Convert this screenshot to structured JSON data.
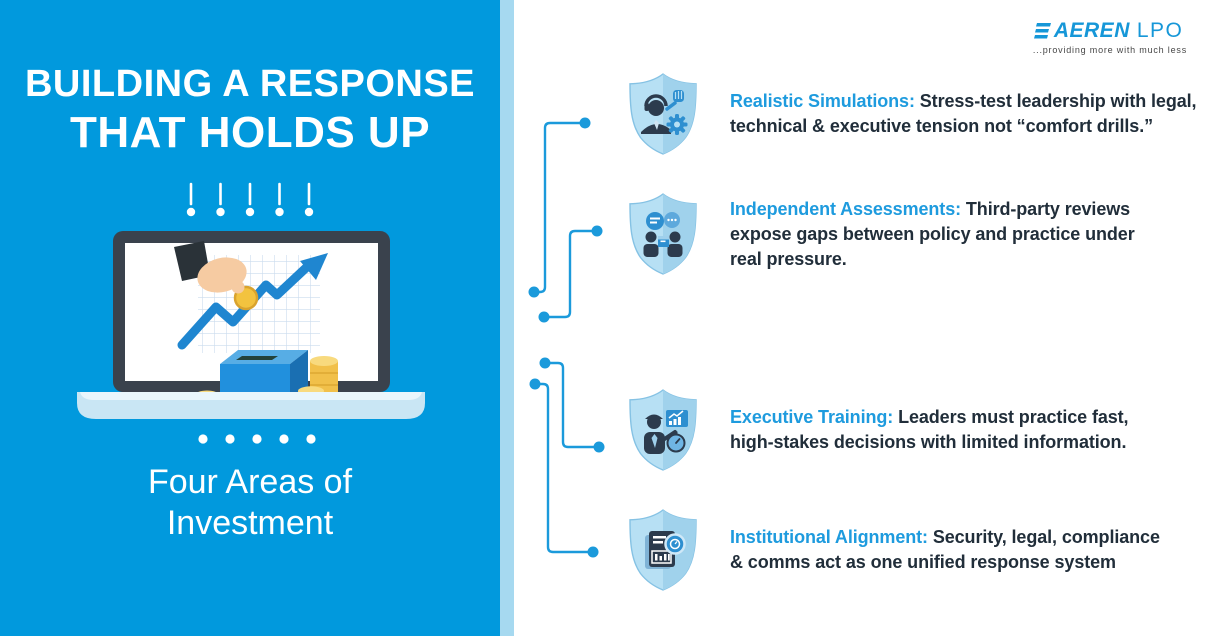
{
  "left_panel": {
    "title_line1": "BUILDING A RESPONSE",
    "title_line2": "THAT HOLDS UP",
    "subtitle_line1": "Four Areas of",
    "subtitle_line2": "Investment",
    "illustration": "laptop-investment-growth-illustration"
  },
  "logo": {
    "brand": "AEREN",
    "suffix": "LPO",
    "tagline": "...providing more with much less"
  },
  "items": [
    {
      "icon": "simulation-shield-icon",
      "title": "Realistic Simulations:",
      "body": "Stress-test leadership with legal, technical & executive tension not “comfort drills.”"
    },
    {
      "icon": "assessment-shield-icon",
      "title": "Independent Assessments:",
      "body": "Third-party reviews expose gaps between policy and practice under real pressure."
    },
    {
      "icon": "training-shield-icon",
      "title": "Executive Training:",
      "body": "Leaders must practice fast, high-stakes decisions with limited information."
    },
    {
      "icon": "alignment-shield-icon",
      "title": "Institutional Alignment:",
      "body": "Security, legal, compliance & comms act as one unified response system"
    }
  ],
  "colors": {
    "panel_blue": "#0199DD",
    "accent_strip": "#A6D9F0",
    "heading_blue": "#1E9BDE",
    "body_text": "#212E3A",
    "connector_blue": "#1B9ADB",
    "shield_light": "#B7E0F4",
    "shield_shade": "#A0D2EC",
    "icon_navy": "#2C3B4D",
    "icon_blue": "#2E8FD0",
    "logo_blue": "#1697D8",
    "tagline_gray": "#474747"
  }
}
